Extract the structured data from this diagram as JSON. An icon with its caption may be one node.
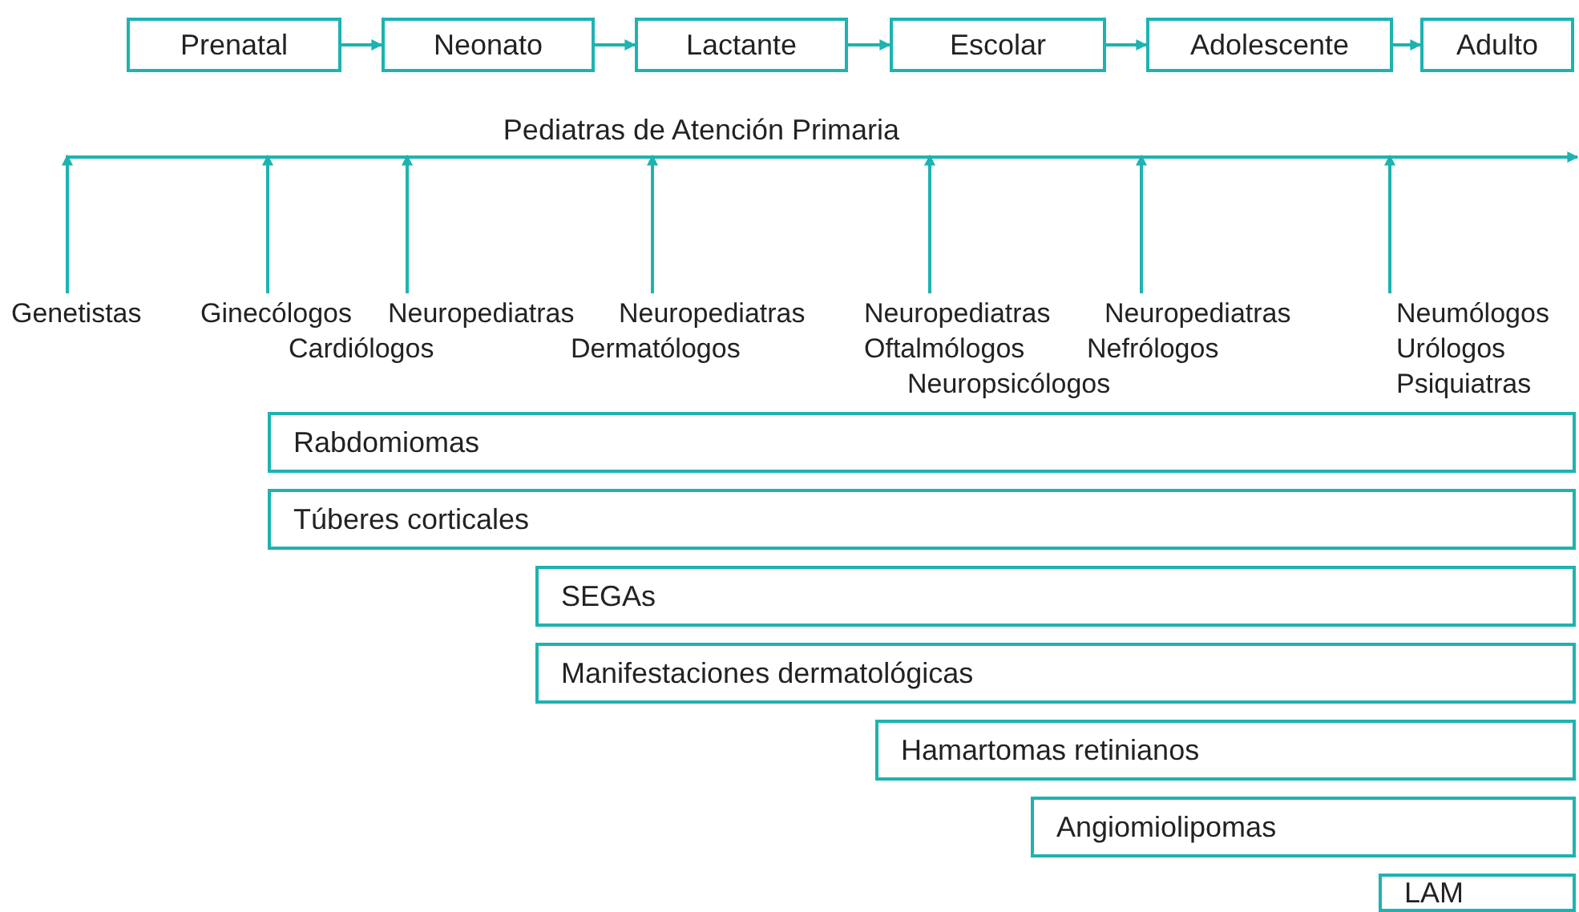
{
  "diagram": {
    "nodes": [
      {
        "text": [
          "Prenatal"
        ]
      },
      {
        "text": [
          "Neonato"
        ]
      },
      {
        "text": [
          "Lactante"
        ]
      },
      {
        "text": [
          "Escolar"
        ]
      },
      {
        "text": [
          "Adolescente"
        ]
      },
      {
        "text": [
          "Adulto"
        ]
      },
      {
        "text": [
          "Pediatras de Atención Primaria"
        ]
      },
      {
        "text": [
          "Genetistas"
        ]
      },
      {
        "text": [
          "Ginecólogos",
          "Cardiólogos"
        ]
      },
      {
        "text": [
          "Neuropediatras"
        ]
      },
      {
        "text": [
          "Neuropediatras",
          "Dermatólogos"
        ]
      },
      {
        "text": [
          "Neuropediatras",
          "Oftalmólogos",
          "Neuropsicólogos"
        ]
      },
      {
        "text": [
          "Neuropediatras",
          "Nefrólogos"
        ]
      },
      {
        "text": [
          "Neumólogos",
          "Urólogos",
          "Psiquiatras"
        ]
      },
      {
        "text": [
          "Rabdomiomas"
        ]
      },
      {
        "text": [
          "Túberes corticales"
        ]
      },
      {
        "text": [
          "SEGAs"
        ]
      },
      {
        "text": [
          "Manifestaciones dermatológicas"
        ]
      },
      {
        "text": [
          "Hamartomas retinianos"
        ]
      },
      {
        "text": [
          "Angiomiolipomas"
        ]
      },
      {
        "text": [
          "LAM"
        ]
      }
    ],
    "edges": [
      {
        "from": 0,
        "to": 1,
        "arrow": "to"
      },
      {
        "from": 1,
        "to": 2,
        "arrow": "to"
      },
      {
        "from": 2,
        "to": 3,
        "arrow": "to"
      },
      {
        "from": 3,
        "to": 4,
        "arrow": "to"
      },
      {
        "from": 4,
        "to": 5,
        "arrow": "to"
      },
      {
        "from": 7,
        "to": 6,
        "arrow": "to"
      },
      {
        "from": 8,
        "to": 6,
        "arrow": "to"
      },
      {
        "from": 9,
        "to": 6,
        "arrow": "to"
      },
      {
        "from": 10,
        "to": 6,
        "arrow": "to"
      },
      {
        "from": 11,
        "to": 6,
        "arrow": "to"
      },
      {
        "from": 12,
        "to": 6,
        "arrow": "to"
      },
      {
        "from": 13,
        "to": 6,
        "arrow": "to"
      }
    ]
  }
}
